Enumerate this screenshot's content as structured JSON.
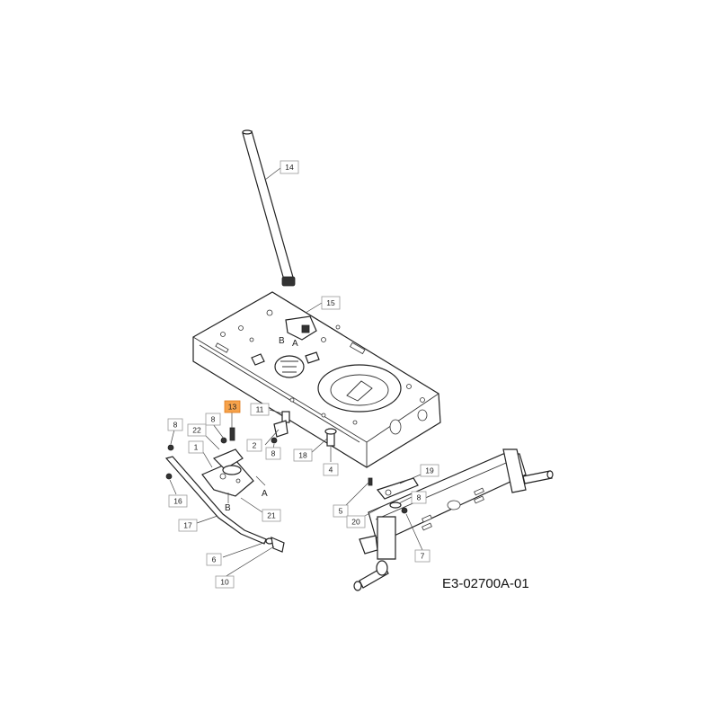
{
  "diagram_code": "E3-02700A-01",
  "highlight_color": "#f6a24a",
  "callouts": [
    {
      "id": "c14",
      "label": "14",
      "highlighted": false
    },
    {
      "id": "c15",
      "label": "15",
      "highlighted": false
    },
    {
      "id": "c13",
      "label": "13",
      "highlighted": true
    },
    {
      "id": "c11",
      "label": "11",
      "highlighted": false
    },
    {
      "id": "c8a",
      "label": "8",
      "highlighted": false
    },
    {
      "id": "c8b",
      "label": "8",
      "highlighted": false
    },
    {
      "id": "c22",
      "label": "22",
      "highlighted": false
    },
    {
      "id": "c1",
      "label": "1",
      "highlighted": false
    },
    {
      "id": "c2",
      "label": "2",
      "highlighted": false
    },
    {
      "id": "c8c",
      "label": "8",
      "highlighted": false
    },
    {
      "id": "c18",
      "label": "18",
      "highlighted": false
    },
    {
      "id": "c4",
      "label": "4",
      "highlighted": false
    },
    {
      "id": "c16",
      "label": "16",
      "highlighted": false
    },
    {
      "id": "c21",
      "label": "21",
      "highlighted": false
    },
    {
      "id": "c17",
      "label": "17",
      "highlighted": false
    },
    {
      "id": "c6",
      "label": "6",
      "highlighted": false
    },
    {
      "id": "c10",
      "label": "10",
      "highlighted": false
    },
    {
      "id": "c19",
      "label": "19",
      "highlighted": false
    },
    {
      "id": "c5",
      "label": "5",
      "highlighted": false
    },
    {
      "id": "c8d",
      "label": "8",
      "highlighted": false
    },
    {
      "id": "c20",
      "label": "20",
      "highlighted": false
    },
    {
      "id": "c7",
      "label": "7",
      "highlighted": false
    }
  ],
  "reference_letters": [
    {
      "id": "lB1",
      "text": "B"
    },
    {
      "id": "lA1",
      "text": "A"
    },
    {
      "id": "lA2",
      "text": "A"
    },
    {
      "id": "lB2",
      "text": "B"
    }
  ]
}
